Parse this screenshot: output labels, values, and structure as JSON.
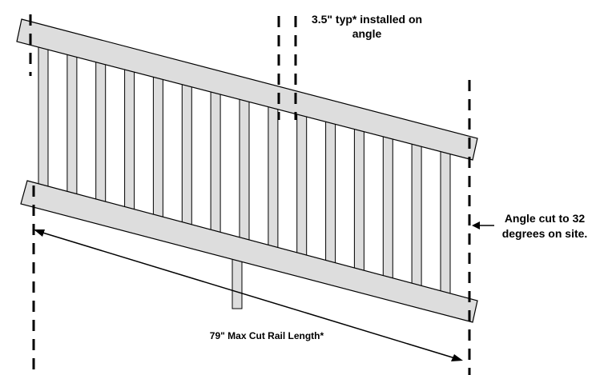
{
  "annotations": {
    "spacing_line1": "3.5\" typ* installed on",
    "spacing_line2": "angle",
    "angle_line1": "Angle cut to 32",
    "angle_line2": "degrees on site.",
    "length_label": "79\" Max Cut Rail Length*"
  },
  "colors": {
    "rail_fill": "#dddddd",
    "outline": "#000000",
    "background": "#ffffff"
  },
  "baluster_count": 15
}
